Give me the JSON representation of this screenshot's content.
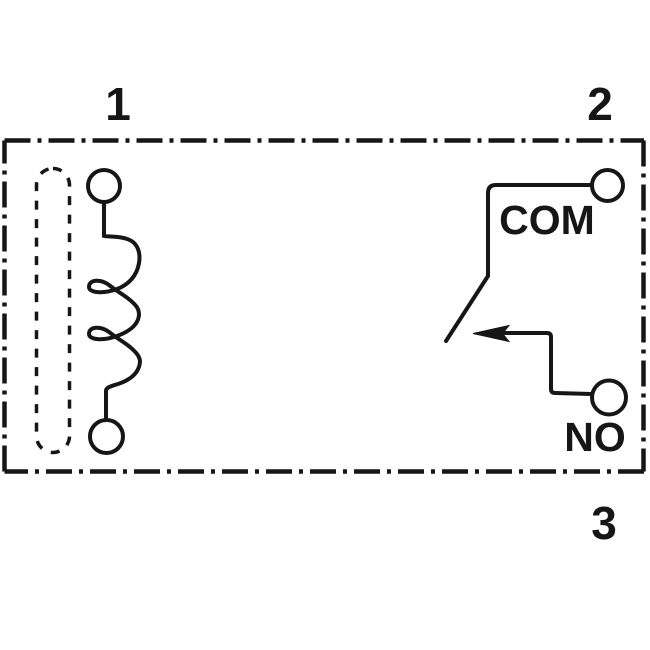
{
  "diagram": {
    "pins": [
      {
        "label": "1",
        "position": "top-left"
      },
      {
        "label": "2",
        "position": "top-right"
      },
      {
        "label": "3",
        "position": "bottom-right"
      }
    ],
    "labels": {
      "common": "COM",
      "normally_open": "NO"
    },
    "colors": {
      "line": "#161616",
      "background": "#ffffff"
    }
  }
}
